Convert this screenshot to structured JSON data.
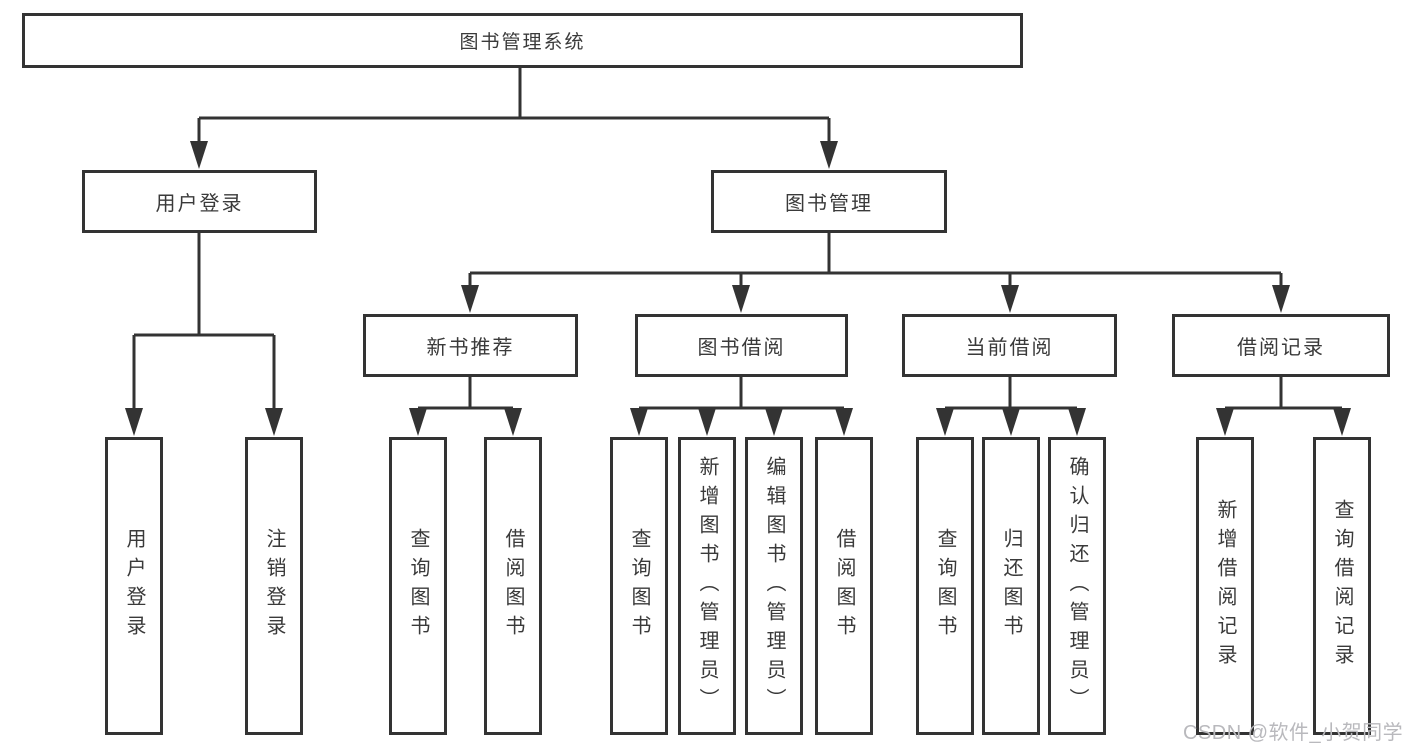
{
  "colors": {
    "background": "#ffffff",
    "line": "#333333",
    "box_border": "#333333",
    "box_fill": "#ffffff",
    "text": "#3a3a3a",
    "watermark": "#b9b9bd"
  },
  "tree": {
    "root": "图书管理系统",
    "branches": [
      {
        "label": "用户登录",
        "children": [
          "用户登录",
          "注销登录"
        ]
      },
      {
        "label": "图书管理",
        "sections": [
          {
            "label": "新书推荐",
            "children": [
              "查询图书",
              "借阅图书"
            ]
          },
          {
            "label": "图书借阅",
            "children": [
              "查询图书",
              "新增图书（管理员）",
              "编辑图书（管理员）",
              "借阅图书"
            ]
          },
          {
            "label": "当前借阅",
            "children": [
              "查询图书",
              "归还图书",
              "确认归还（管理员）"
            ]
          },
          {
            "label": "借阅记录",
            "children": [
              "新增借阅记录",
              "查询借阅记录"
            ]
          }
        ]
      }
    ]
  },
  "watermark": "CSDN @软件_小贺同学"
}
